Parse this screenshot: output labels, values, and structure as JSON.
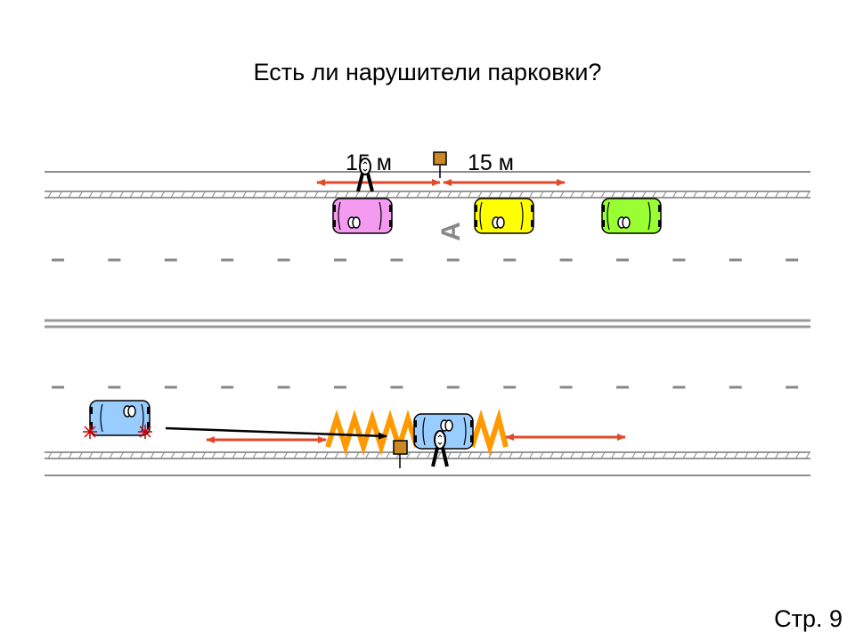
{
  "slide": {
    "title": "Есть ли нарушители парковки?",
    "page_label": "Стр. 9"
  },
  "distances": {
    "left_label": "15 м",
    "right_label": "15 м"
  },
  "road_marking_letter": "A",
  "colors": {
    "car_pink": "#f49af0",
    "car_yellow": "#ffff00",
    "car_green": "#99ff33",
    "car_blue": "#99ccff",
    "arrow_red": "#e04a2a",
    "zigzag_orange": "#ff9900",
    "sign_brown": "#cc8822",
    "hazard_red": "#cc0000",
    "road_gray": "#888888"
  },
  "icons": [
    "pedestrian-icon",
    "bus-stop-sign-icon",
    "hazard-light-icon",
    "car-icon"
  ]
}
